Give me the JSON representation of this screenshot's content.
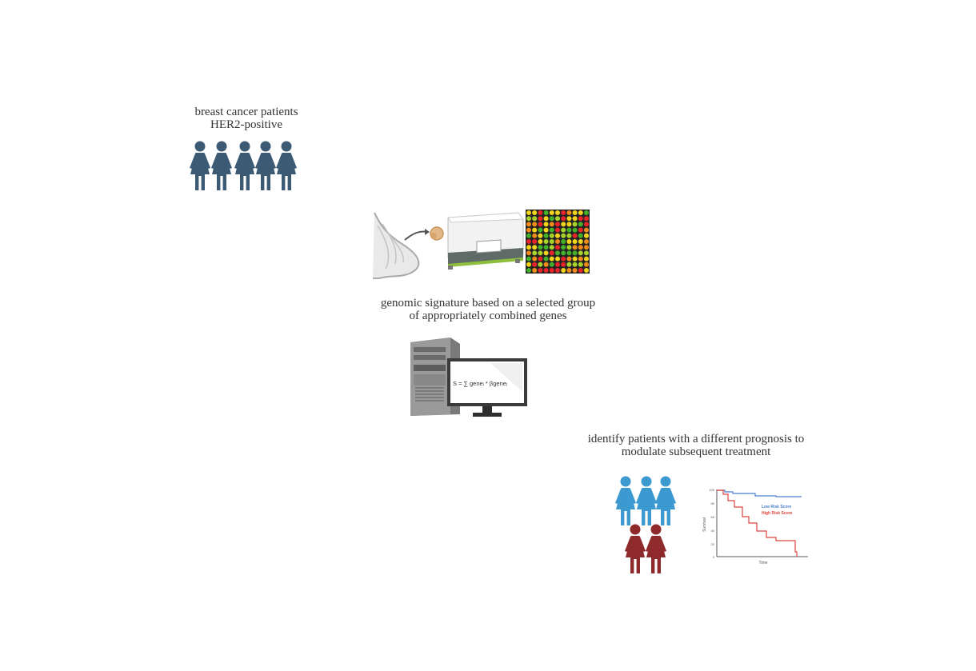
{
  "captions": {
    "patients": [
      "breast cancer patients",
      "HER2-positive"
    ],
    "signature": [
      "genomic signature based on a selected group",
      "of appropriately combined genes"
    ],
    "outcome": [
      "identify patients with a different prognosis to",
      "modulate subsequent treatment"
    ]
  },
  "formula": "S = ∑ geneᵢ * βgeneᵢ",
  "km_plot": {
    "ylabel": "Survival",
    "xlabel": "Time",
    "ytick_labels": [
      "100",
      "80",
      "60",
      "40",
      "20",
      "0"
    ],
    "legend": [
      "Low Risk Score",
      "High Risk Score"
    ]
  },
  "colors": {
    "patient_blue": "#3c5a74",
    "low_risk_blue": "#3d9ad1",
    "high_risk_red": "#8e2a2c",
    "low_curve": "#4a7fcf",
    "high_curve": "#e0433c"
  }
}
